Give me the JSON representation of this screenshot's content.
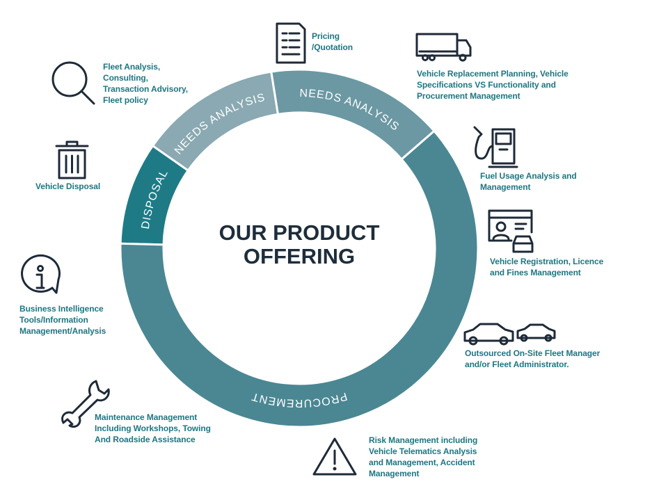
{
  "title": {
    "line1": "OUR PRODUCT",
    "line2": "OFFERING"
  },
  "ring_segments": [
    {
      "label": "DISPOSAL",
      "color": "#1e7b86"
    },
    {
      "label": "NEEDS ANALYSIS",
      "color": "#8aa9b2"
    },
    {
      "label": "NEEDS ANALYSIS",
      "color": "#6b98a3"
    },
    {
      "label": "PROCUREMENT",
      "color": "#4a8793"
    }
  ],
  "services": {
    "pricing": {
      "icon": "document-icon",
      "lines": [
        "Pricing",
        "/Quotation"
      ]
    },
    "replacement": {
      "icon": "truck-icon",
      "lines": [
        "Vehicle Replacement Planning, Vehicle",
        "Specifications VS Functionality and",
        "Procurement Management"
      ]
    },
    "fuel": {
      "icon": "fuel-pump-icon",
      "lines": [
        "Fuel Usage Analysis and",
        "Management"
      ]
    },
    "registration": {
      "icon": "id-card-car-icon",
      "lines": [
        "Vehicle Registration, Licence",
        "and Fines Management"
      ]
    },
    "outsourced": {
      "icon": "cars-icon",
      "lines": [
        "Outsourced On-Site Fleet Manager",
        "and/or Fleet Administrator."
      ]
    },
    "risk": {
      "icon": "warning-icon",
      "lines": [
        "Risk Management including",
        "Vehicle Telematics Analysis",
        "and Management, Accident",
        "Management"
      ]
    },
    "maintenance": {
      "icon": "wrench-icon",
      "lines": [
        "Maintenance Management",
        "Including Workshops, Towing",
        "And Roadside Assistance"
      ]
    },
    "bi": {
      "icon": "info-bubble-icon",
      "lines": [
        "Business Intelligence",
        "Tools/Information",
        "Management/Analysis"
      ]
    },
    "disposal": {
      "icon": "trash-icon",
      "lines": [
        "Vehicle Disposal"
      ]
    },
    "fleet_analysis": {
      "icon": "search-icon",
      "lines": [
        "Fleet Analysis,",
        "Consulting,",
        "Transaction Advisory,",
        "Fleet policy"
      ]
    }
  },
  "colors": {
    "text": "#1d7682",
    "icon": "#1e2a38",
    "title": "#1e2d3b"
  }
}
